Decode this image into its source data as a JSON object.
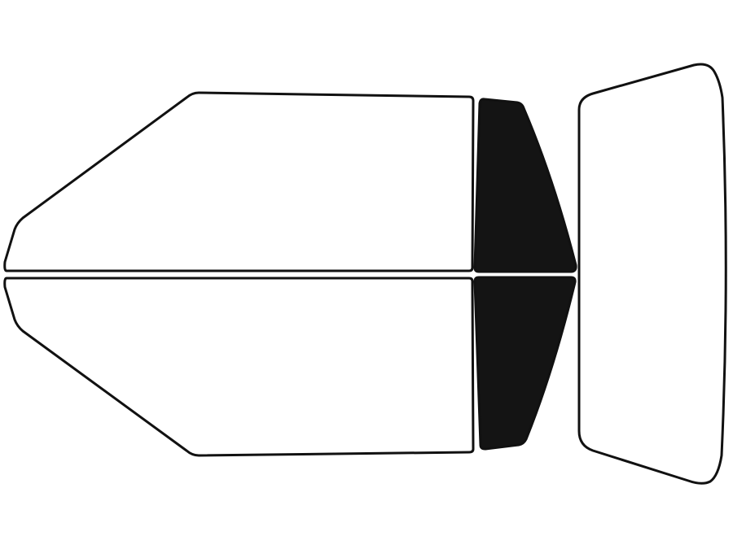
{
  "diagram": {
    "kind": "window-tint-template",
    "colors": {
      "background": "#ffffff",
      "outline": "#111111",
      "tinted_fill": "#141414",
      "clear_fill": "#ffffff"
    },
    "panels": [
      {
        "name": "front-door-window-upper",
        "tinted": false
      },
      {
        "name": "front-door-window-lower",
        "tinted": false
      },
      {
        "name": "rear-quarter-window-upper",
        "tinted": true
      },
      {
        "name": "rear-quarter-window-lower",
        "tinted": true
      },
      {
        "name": "rear-windshield",
        "tinted": false
      }
    ]
  }
}
